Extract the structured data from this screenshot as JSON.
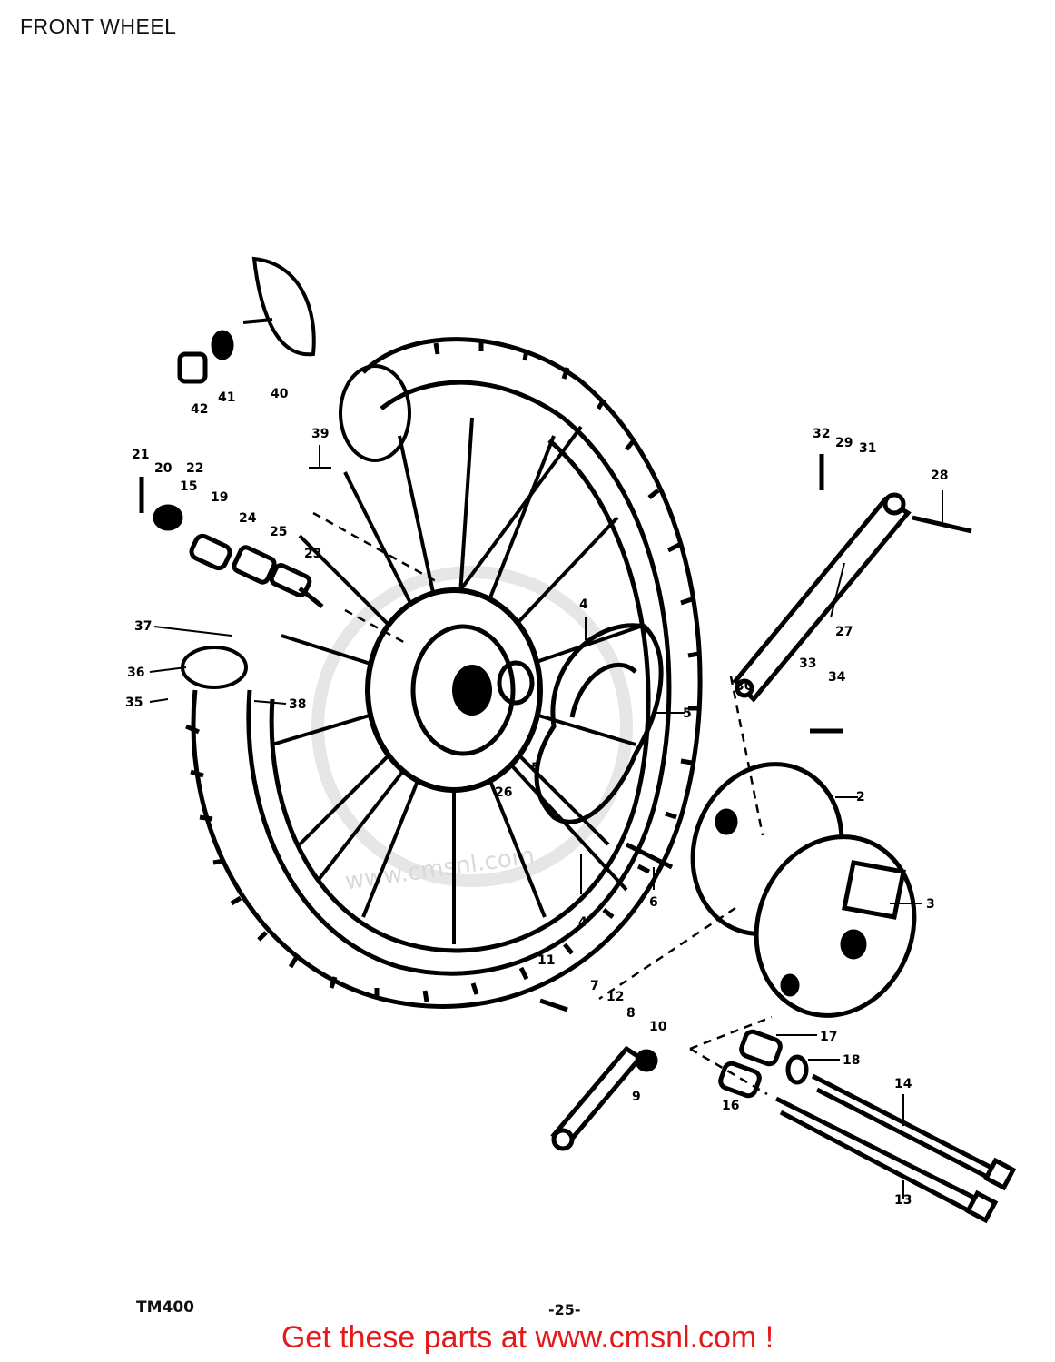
{
  "page": {
    "title": "FRONT WHEEL"
  },
  "footer": {
    "model": "TM400",
    "page_number": "-25-",
    "banner": "Get these parts at www.cmsnl.com !"
  },
  "watermark": {
    "text": "www.cmsnl.com"
  },
  "callouts": [
    "2",
    "3",
    "4",
    "4",
    "5",
    "5",
    "6",
    "7",
    "8",
    "9",
    "10",
    "11",
    "12",
    "13",
    "14",
    "15",
    "16",
    "17",
    "18",
    "19",
    "20",
    "21",
    "22",
    "23",
    "24",
    "25",
    "26",
    "27",
    "28",
    "29",
    "30",
    "31",
    "32",
    "33",
    "34",
    "35",
    "36",
    "37",
    "38",
    "39",
    "40",
    "41",
    "42"
  ],
  "colors": {
    "ink": "#000000",
    "banner": "#e31a1a",
    "watermark": "#d9d9d9"
  }
}
